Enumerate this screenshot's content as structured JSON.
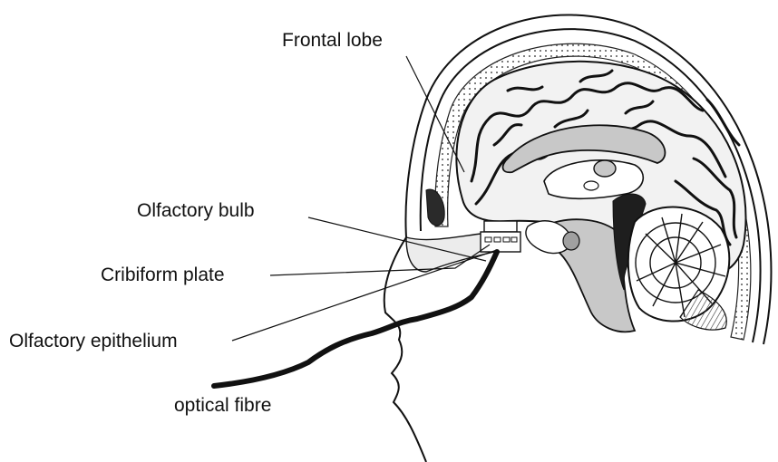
{
  "figure": {
    "labels": {
      "frontal_lobe": "Frontal lobe",
      "olfactory_bulb": "Olfactory bulb",
      "cribriform_plate": "Cribiform plate",
      "olfactory_epithelium": "Olfactory epithelium",
      "optical_fibre": "optical fibre"
    }
  },
  "colors": {
    "line": "#111111",
    "tissue_gray": "#c8c8c8",
    "dark_gray": "#2a2a2a",
    "background": "#ffffff"
  }
}
